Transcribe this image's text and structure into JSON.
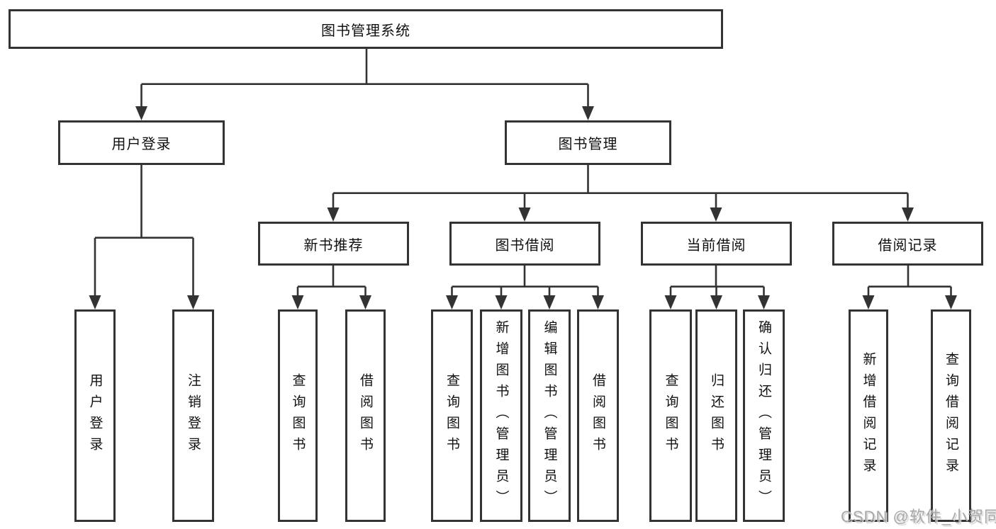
{
  "tree": {
    "label": "图书管理系统",
    "children": [
      {
        "label": "用户登录",
        "children": [
          {
            "label": "用户登录"
          },
          {
            "label": "注销登录"
          }
        ]
      },
      {
        "label": "图书管理",
        "children": [
          {
            "label": "新书推荐",
            "children": [
              {
                "label": "查询图书"
              },
              {
                "label": "借阅图书"
              }
            ]
          },
          {
            "label": "图书借阅",
            "children": [
              {
                "label": "查询图书"
              },
              {
                "label": "新增图书（管理员）"
              },
              {
                "label": "编辑图书（管理员）"
              },
              {
                "label": "借阅图书"
              }
            ]
          },
          {
            "label": "当前借阅",
            "children": [
              {
                "label": "查询图书"
              },
              {
                "label": "归还图书"
              },
              {
                "label": "确认归还（管理员）"
              }
            ]
          },
          {
            "label": "借阅记录",
            "children": [
              {
                "label": "新增借阅记录"
              },
              {
                "label": "查询借阅记录"
              }
            ]
          }
        ]
      }
    ]
  },
  "watermark": {
    "text": "CSDN @软件_小贺同学"
  },
  "colors": {
    "line": "#333333",
    "text": "#111111",
    "background": "#ffffff",
    "watermark": "#a8a8a8"
  }
}
